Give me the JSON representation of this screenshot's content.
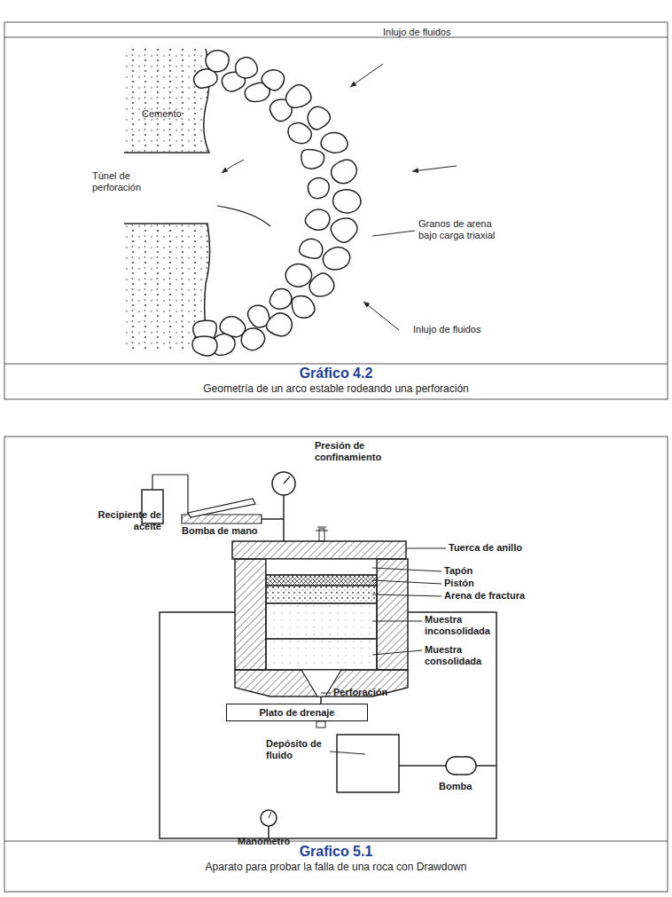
{
  "diagram": {
    "nodes": [
      {
        "text": [
          "Plato de drenaje"
        ]
      }
    ],
    "labels": [
      "Inlujo de fluidos",
      "Cemento",
      "Túnel de perforación",
      "Granos de arena bajo carga triaxial",
      "Inlujo de fluidos",
      "Gráfico 4.2",
      "Geometría de un arco estable rodeando una perforación",
      "Presión de confinamiento",
      "Recipiente de aceite",
      "Bomba de mano",
      "Tuerca de anillo",
      "Tapón",
      "Pistón",
      "Arena de fractura",
      "Muestra inconsolidada",
      "Muestra consolidada",
      "Perforación",
      "Depósito de fluido",
      "Bomba",
      "Manómetro",
      "Grafico 5.1",
      "Aparato para probar la falla de una roca con Drawdown"
    ]
  }
}
